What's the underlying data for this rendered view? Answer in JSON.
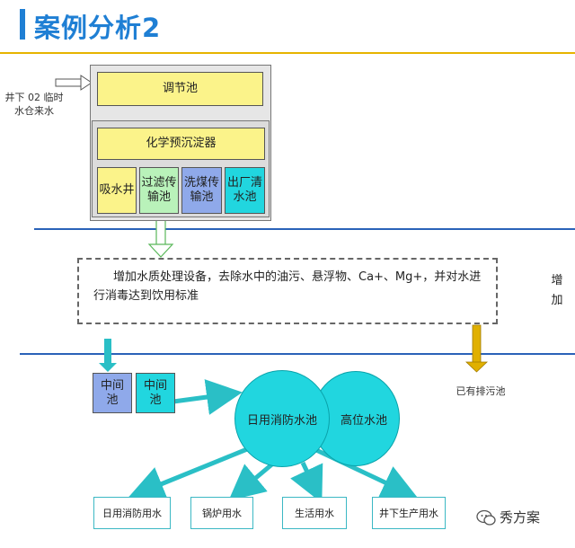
{
  "header": {
    "title": "案例分析2"
  },
  "colors": {
    "title": "#1f7fd4",
    "lines": "#2a62b8",
    "yellow": "#fbf38a",
    "green": "#b9f2ba",
    "blue": "#8fa9ea",
    "cyan": "#21d6df",
    "arrow_teal": "#2abfc6",
    "arrow_gold": "#e0b000"
  },
  "inputs": {
    "source": "井下 02 临时水仓来水"
  },
  "stage1": {
    "regulating_tank": "调节池",
    "chemical_settler": "化学预沉淀器",
    "cells": [
      "吸水井",
      "过滤传输池",
      "洗煤传输池",
      "出厂清水池"
    ]
  },
  "stage2": {
    "description": "增加水质处理设备，去除水中的油污、悬浮物、Ca+、Mg+，并对水进行消毒达到饮用标准",
    "side_note": "增加",
    "discharge": "已有排污池"
  },
  "stage3": {
    "intermediate_tanks": [
      "中间池",
      "中间池"
    ],
    "daily_fire_tank": "日用消防水池",
    "high_tank": "高位水池",
    "outputs": [
      "日用消防用水",
      "锅炉用水",
      "生活用水",
      "井下生产用水"
    ]
  },
  "watermark": {
    "label": "秀方案",
    "icon": "wechat-icon"
  }
}
